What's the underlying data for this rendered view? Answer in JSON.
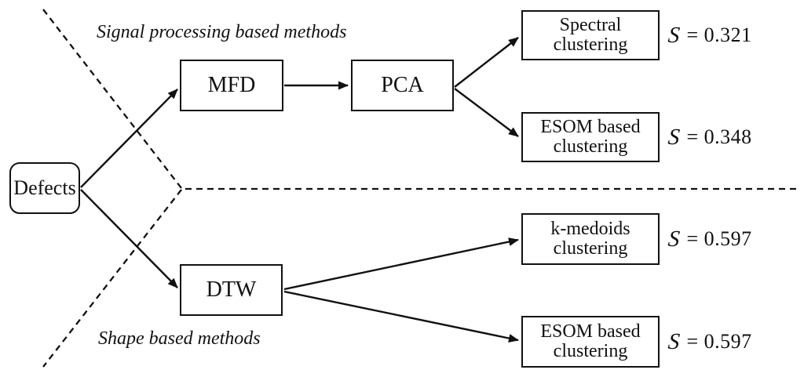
{
  "diagram": {
    "title_implicit": "Defect clustering methods comparison",
    "root": {
      "label": "Defects"
    },
    "labels": {
      "signal": "Signal processing based methods",
      "shape": "Shape based methods"
    },
    "nodes": {
      "mfd": {
        "label": "MFD"
      },
      "pca": {
        "label": "PCA"
      },
      "dtw": {
        "label": "DTW"
      },
      "spectral": {
        "line1": "Spectral",
        "line2": "clustering"
      },
      "esom_top": {
        "line1": "ESOM based",
        "line2": "clustering"
      },
      "kmedoids": {
        "line1": "k-medoids",
        "line2": "clustering"
      },
      "esom_bottom": {
        "line1": "ESOM based",
        "line2": "clustering"
      }
    },
    "scores": {
      "spectral": {
        "symbol": "S",
        "value": "= 0.321"
      },
      "esom_top": {
        "symbol": "S",
        "value": "= 0.348"
      },
      "kmedoids": {
        "symbol": "S",
        "value": "= 0.597"
      },
      "esom_bottom": {
        "symbol": "S",
        "value": "= 0.597"
      }
    },
    "edges": [
      "Defects -> MFD",
      "Defects -> DTW",
      "MFD -> PCA",
      "PCA -> Spectral clustering",
      "PCA -> ESOM based clustering",
      "DTW -> k-medoids clustering",
      "DTW -> ESOM based clustering"
    ],
    "colors": {
      "stroke": "#111111",
      "background": "#ffffff"
    }
  }
}
